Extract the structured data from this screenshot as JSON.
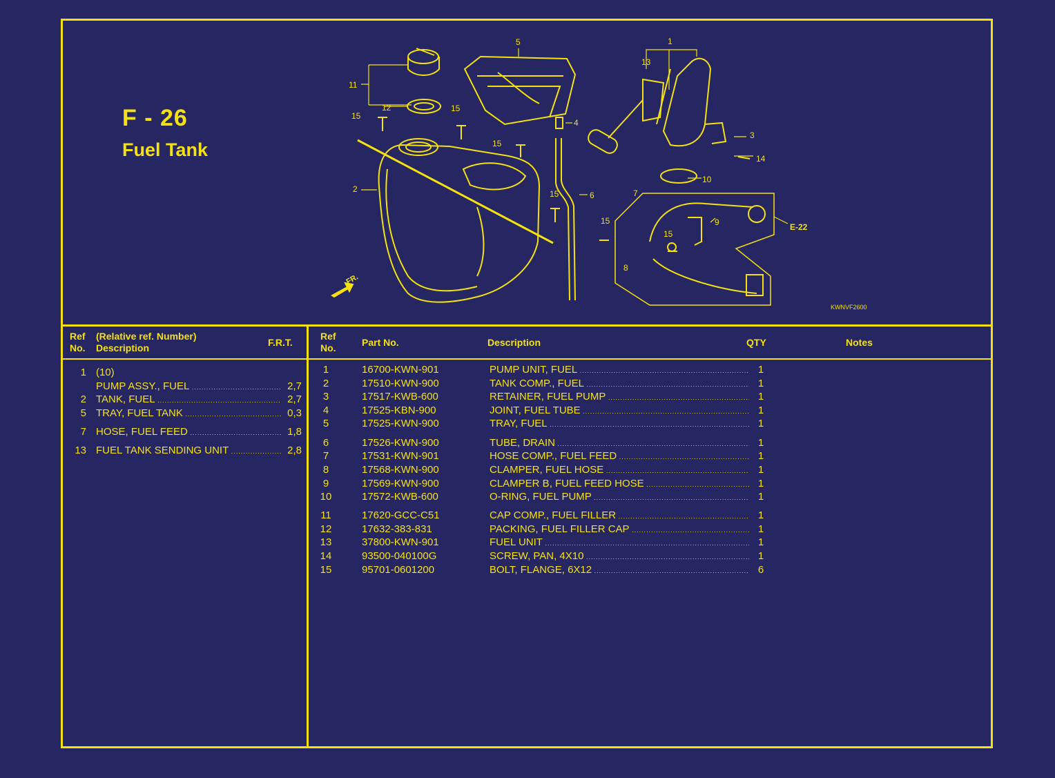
{
  "figure": {
    "code": "F - 26",
    "title": "Fuel Tank",
    "drawing_code": "KWNVF2600"
  },
  "callouts": [
    "1",
    "2",
    "3",
    "4",
    "5",
    "6",
    "7",
    "8",
    "9",
    "10",
    "11",
    "12",
    "13",
    "14",
    "15",
    "E-22",
    "FR."
  ],
  "left_table": {
    "header": {
      "ref": "Ref\nNo.",
      "desc": "(Relative ref. Number)\nDescription",
      "frt": "F.R.T."
    },
    "rows": [
      {
        "ref": "1",
        "desc": "(10)",
        "frt": ""
      },
      {
        "ref": "",
        "desc": "PUMP ASSY., FUEL",
        "frt": "2,7"
      },
      {
        "ref": "2",
        "desc": "TANK, FUEL",
        "frt": "2,7"
      },
      {
        "ref": "5",
        "desc": "TRAY, FUEL TANK",
        "frt": "0,3"
      },
      {
        "ref": "7",
        "desc": "HOSE, FUEL FEED",
        "frt": "1,8"
      },
      {
        "ref": "13",
        "desc": "FUEL TANK SENDING UNIT",
        "frt": "2,8"
      }
    ]
  },
  "right_table": {
    "header": {
      "ref": "Ref\nNo.",
      "part": "Part No.",
      "desc": "Description",
      "qty": "QTY",
      "notes": "Notes"
    },
    "rows": [
      {
        "ref": "1",
        "part": "16700-KWN-901",
        "desc": "PUMP UNIT, FUEL",
        "qty": "1"
      },
      {
        "ref": "2",
        "part": "17510-KWN-900",
        "desc": "TANK COMP., FUEL",
        "qty": "1"
      },
      {
        "ref": "3",
        "part": "17517-KWB-600",
        "desc": "RETAINER, FUEL PUMP",
        "qty": "1"
      },
      {
        "ref": "4",
        "part": "17525-KBN-900",
        "desc": "JOINT, FUEL TUBE",
        "qty": "1"
      },
      {
        "ref": "5",
        "part": "17525-KWN-900",
        "desc": "TRAY, FUEL",
        "qty": "1"
      },
      {
        "ref": "6",
        "part": "17526-KWN-900",
        "desc": "TUBE, DRAIN",
        "qty": "1"
      },
      {
        "ref": "7",
        "part": "17531-KWN-901",
        "desc": "HOSE COMP., FUEL FEED",
        "qty": "1"
      },
      {
        "ref": "8",
        "part": "17568-KWN-900",
        "desc": "CLAMPER, FUEL HOSE",
        "qty": "1"
      },
      {
        "ref": "9",
        "part": "17569-KWN-900",
        "desc": "CLAMPER B, FUEL FEED HOSE",
        "qty": "1"
      },
      {
        "ref": "10",
        "part": "17572-KWB-600",
        "desc": "O-RING, FUEL PUMP",
        "qty": "1"
      },
      {
        "ref": "11",
        "part": "17620-GCC-C51",
        "desc": "CAP COMP., FUEL FILLER",
        "qty": "1"
      },
      {
        "ref": "12",
        "part": "17632-383-831",
        "desc": "PACKING, FUEL FILLER CAP",
        "qty": "1"
      },
      {
        "ref": "13",
        "part": "37800-KWN-901",
        "desc": "FUEL UNIT",
        "qty": "1"
      },
      {
        "ref": "14",
        "part": "93500-040100G",
        "desc": "SCREW, PAN, 4X10",
        "qty": "1"
      },
      {
        "ref": "15",
        "part": "95701-0601200",
        "desc": "BOLT, FLANGE, 6X12",
        "qty": "6"
      }
    ]
  },
  "colors": {
    "background": "#262762",
    "ink": "#f5e10f"
  }
}
